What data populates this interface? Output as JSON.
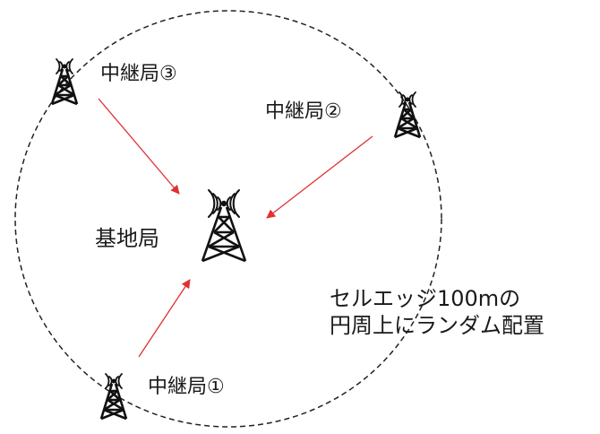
{
  "base_station": {
    "label": "基地局"
  },
  "relays": [
    {
      "label": "中継局①"
    },
    {
      "label": "中継局②"
    },
    {
      "label": "中継局③"
    }
  ],
  "note": {
    "line1": "セルエッジ100mの",
    "line2": "円周上にランダム配置"
  },
  "colors": {
    "arrow": "#e03030",
    "circle": "#222222",
    "tower": "#111111",
    "text": "#1a1a1a"
  }
}
